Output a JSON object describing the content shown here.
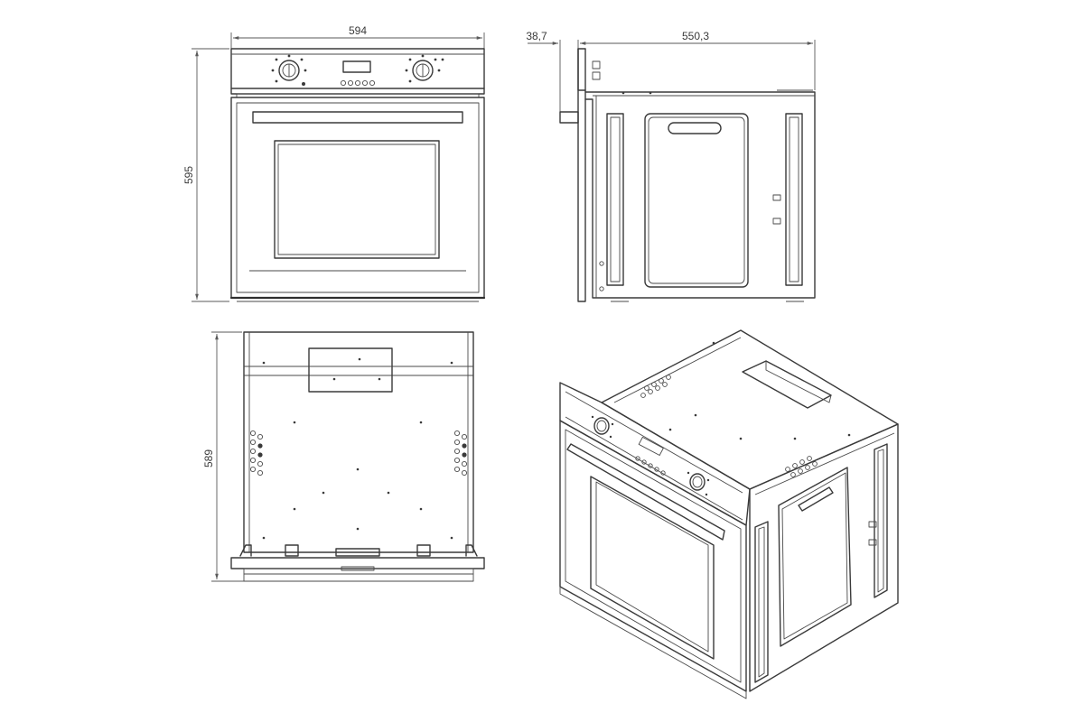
{
  "dimensions": {
    "front_width": "594",
    "front_height": "595",
    "side_panel_depth": "38,7",
    "side_body_depth": "550,3",
    "top_depth": "589"
  }
}
